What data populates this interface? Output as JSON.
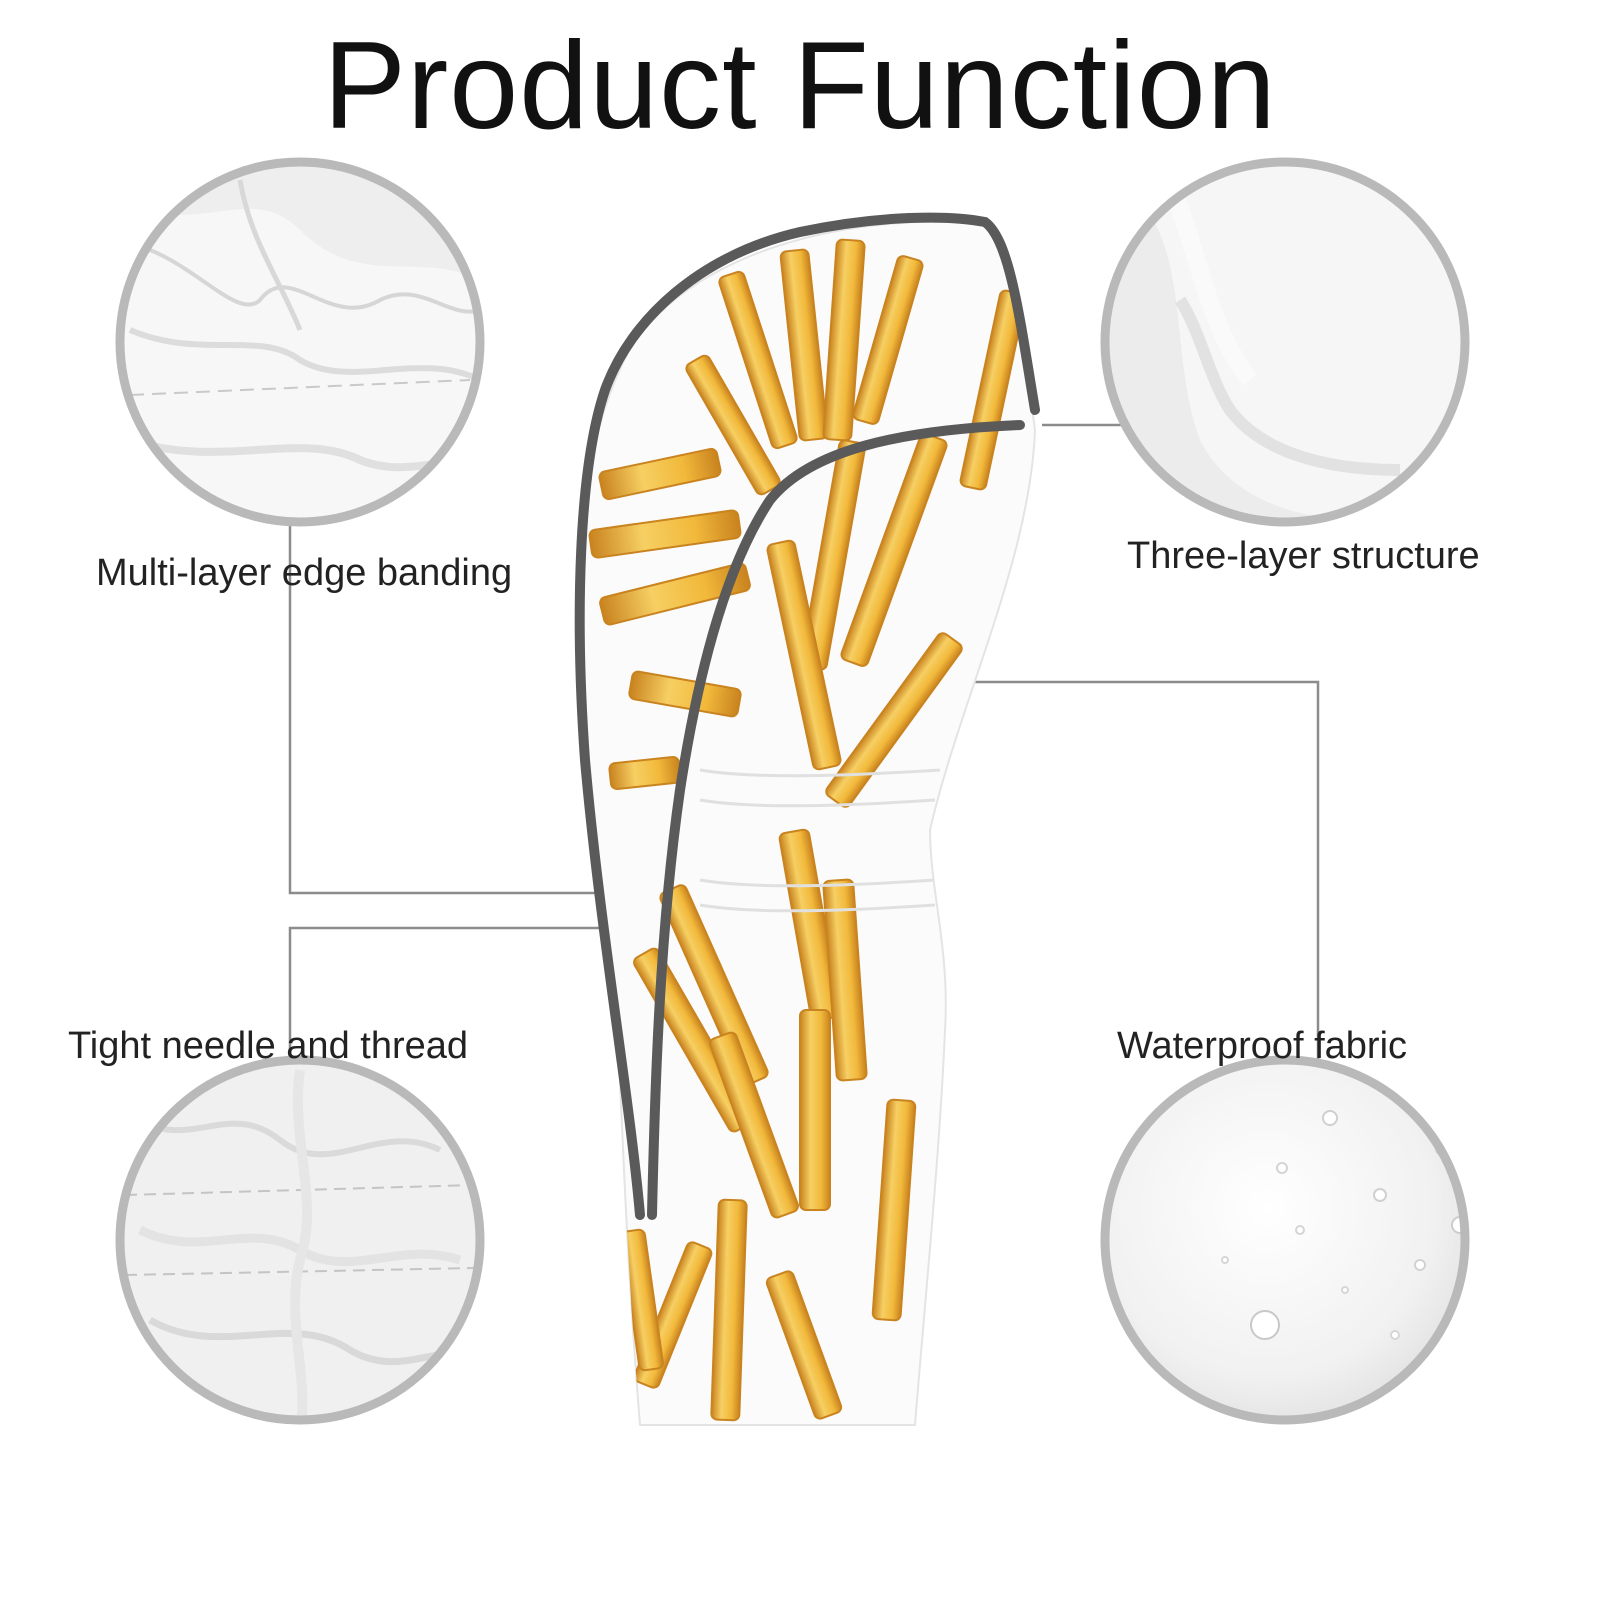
{
  "title": "Product Function",
  "features": [
    {
      "label": "Multi-layer edge banding",
      "detail_icon": "edge-banding-detail"
    },
    {
      "label": "Three-layer structure",
      "detail_icon": "three-layer-detail"
    },
    {
      "label": "Tight needle and thread",
      "detail_icon": "stitching-detail"
    },
    {
      "label": "Waterproof fabric",
      "detail_icon": "water-droplets-detail"
    }
  ],
  "colors": {
    "title_text": "#111111",
    "label_text": "#222222",
    "circle_border": "#b9b9b9",
    "leader_line": "#8c8c8c",
    "cover_trim": "#5a5a5a",
    "fries": "#f2b93b",
    "fries_edge": "#c9831f"
  }
}
